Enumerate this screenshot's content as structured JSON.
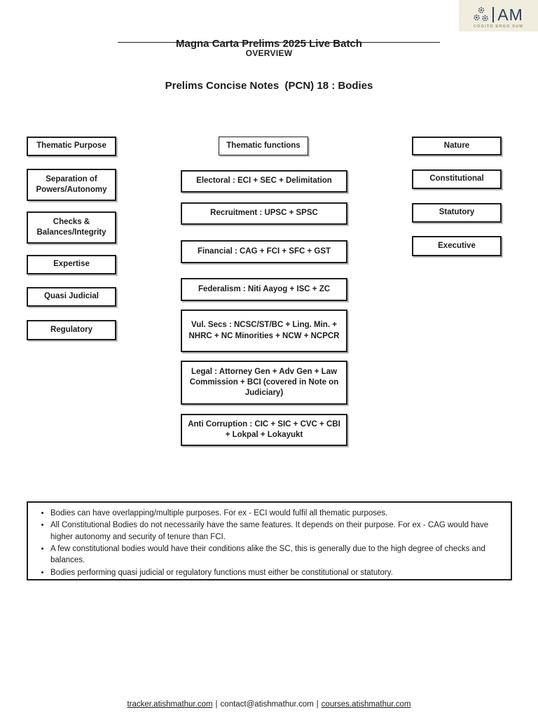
{
  "header": {
    "title_line1": "Magna Carta Prelims 2025 Live Batch",
    "title_line2": "Prelims Concise Notes  (PCN) 18 : Bodies",
    "section_title": "OVERVIEW"
  },
  "logo": {
    "monogram": "AM",
    "tagline": "COGITO ERGO SUM",
    "bg_color": "#f1edde",
    "accent_color": "#2b3f5c"
  },
  "diagram": {
    "purpose_column": {
      "header": "Thematic Purpose",
      "items": [
        "Separation of Powers/Autonomy",
        "Checks & Balances/Integrity",
        "Expertise",
        "Quasi Judicial",
        "Regulatory"
      ]
    },
    "functions_column": {
      "header": "Thematic functions",
      "items": [
        "Electoral : ECI + SEC + Delimitation",
        "Recruitment : UPSC + SPSC",
        "Financial : CAG + FCI + SFC + GST",
        "Federalism : Niti Aayog + ISC + ZC",
        "Vul. Secs : NCSC/ST/BC + Ling. Min. + NHRC + NC Minorities + NCW + NCPCR",
        "Legal : Attorney Gen + Adv Gen + Law Commission + BCI (covered in Note on Judiciary)",
        "Anti Corruption : CIC + SIC + CVC + CBI + Lokpal + Lokayukt"
      ]
    },
    "nature_column": {
      "header": "Nature",
      "items": [
        "Constitutional",
        "Statutory",
        "Executive"
      ]
    }
  },
  "notes": {
    "items": [
      "Bodies can have overlapping/multiple purposes. For ex - ECI would fulfil all thematic purposes.",
      "All Constitutional Bodies do not necessarily have the same features. It depends on their purpose. For ex - CAG would have higher autonomy and security of tenure than FCI.",
      "A few constitutional bodies would have their conditions alike the SC, this is generally due to the high degree of checks and balances.",
      "Bodies performing quasi judicial or regulatory functions must either be constitutional or statutory."
    ]
  },
  "footer": {
    "link_tracker": "tracker.atishmathur.com",
    "email": "contact@atishmathur.com",
    "link_courses": "courses.atishmathur.com",
    "separator": "|"
  }
}
